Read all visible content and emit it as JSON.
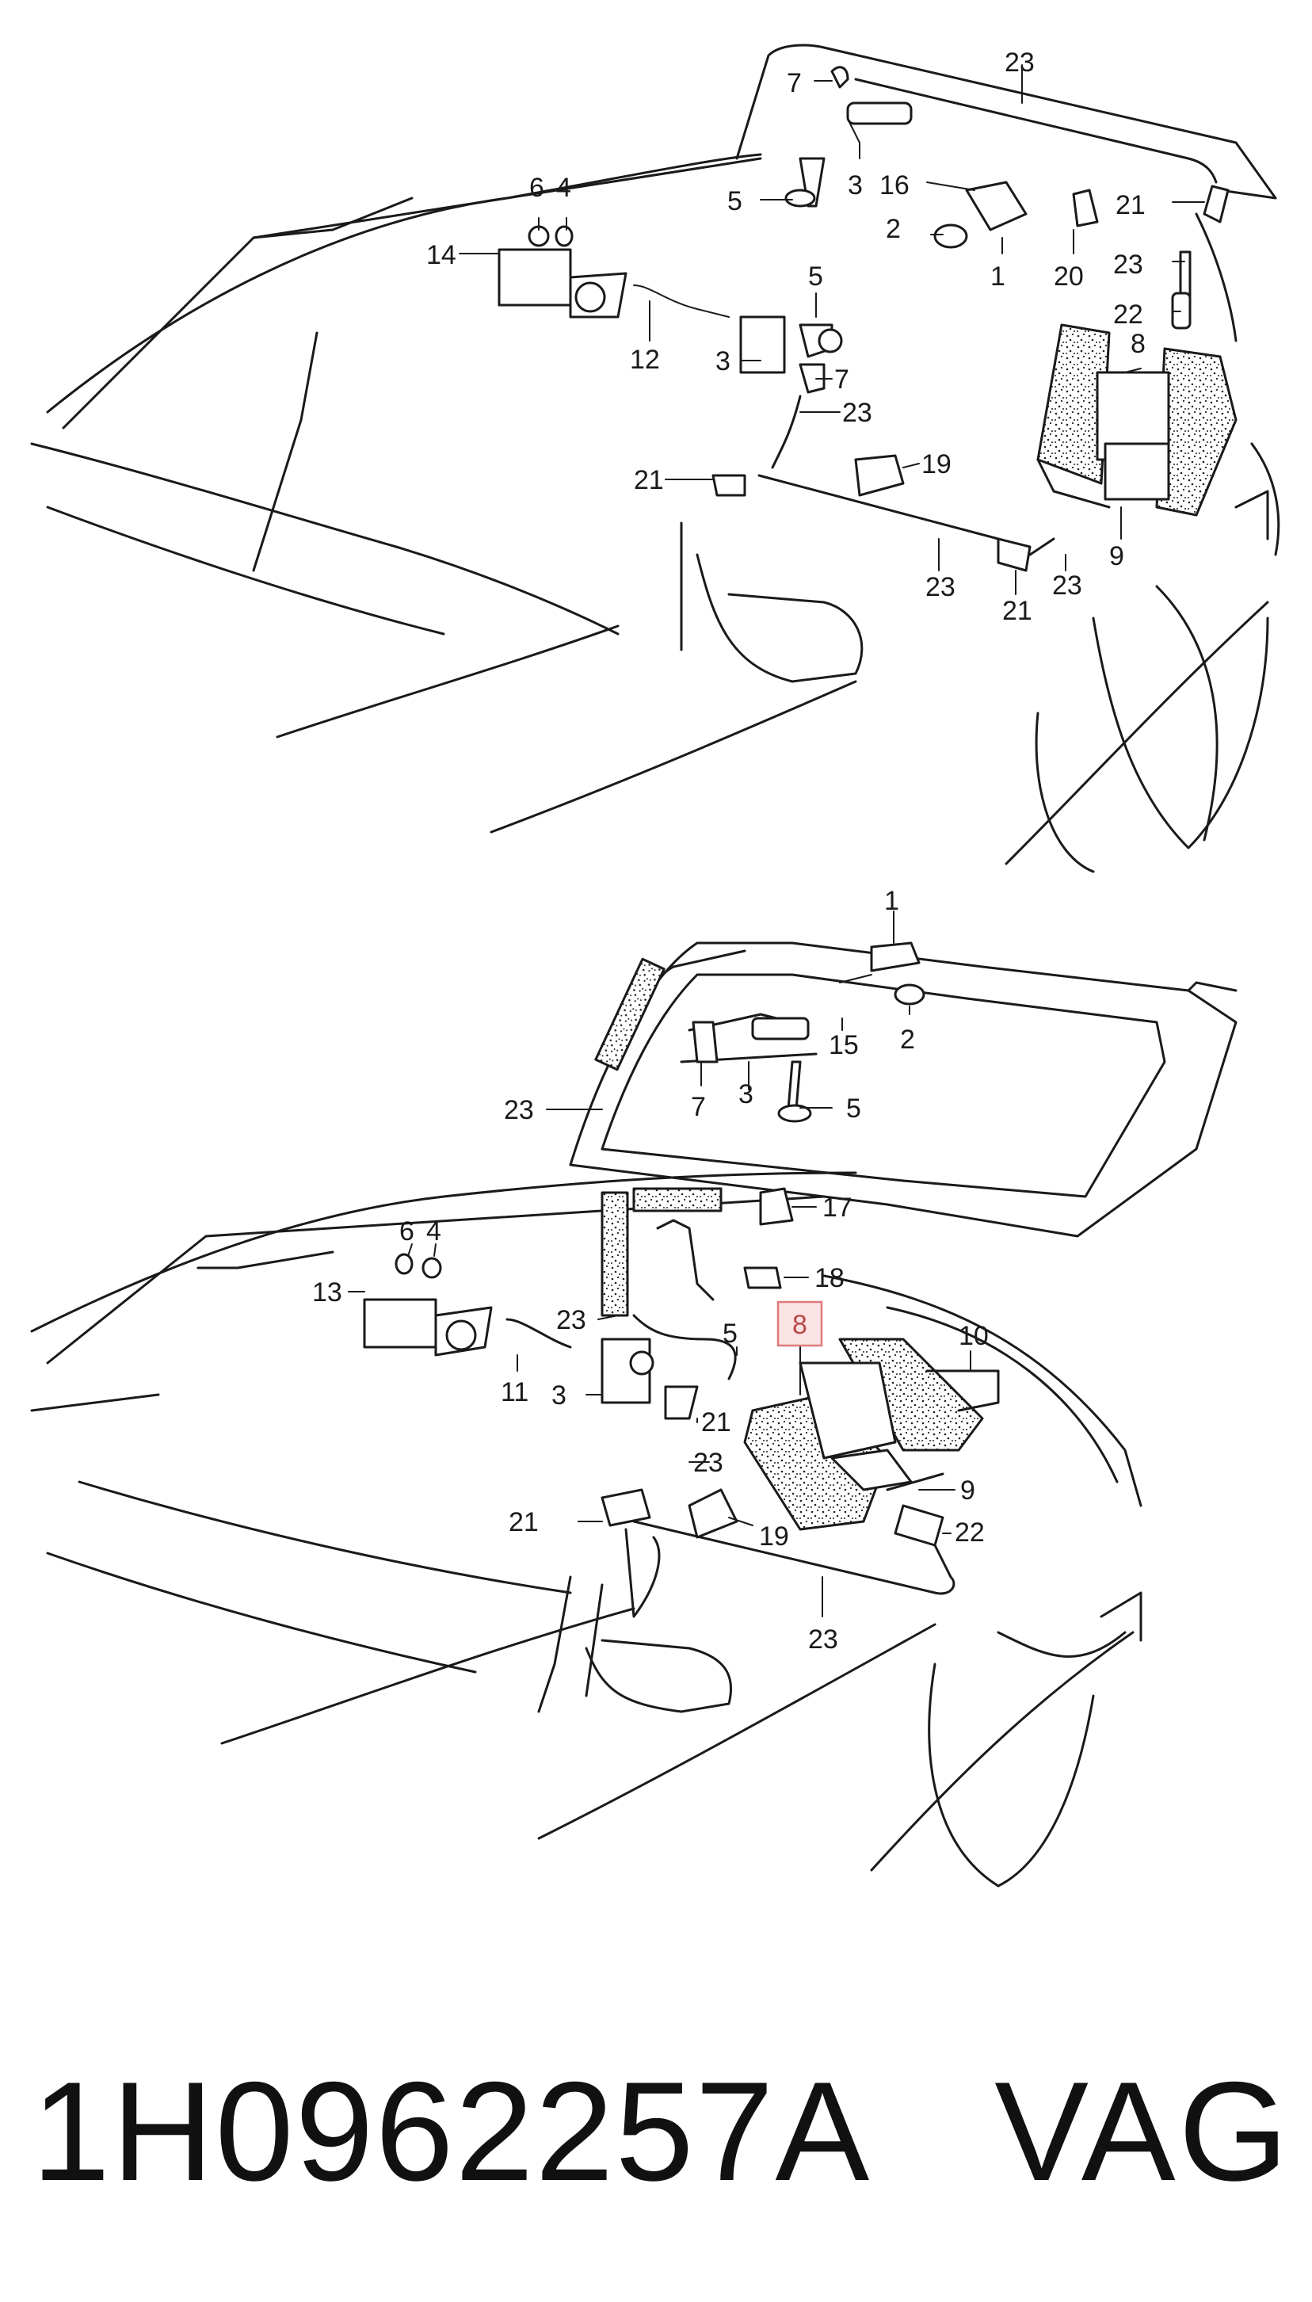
{
  "diagram_top": {
    "callouts": [
      "23",
      "7",
      "5",
      "3",
      "16",
      "2",
      "1",
      "21",
      "20",
      "23",
      "22",
      "8",
      "6",
      "4",
      "14",
      "5",
      "12",
      "3",
      "7",
      "23",
      "21",
      "19",
      "9",
      "23",
      "21",
      "23"
    ]
  },
  "diagram_bottom": {
    "callouts": [
      "1",
      "2",
      "15",
      "7",
      "3",
      "5",
      "23",
      "17",
      "18",
      "6",
      "4",
      "13",
      "23",
      "5",
      "11",
      "3",
      "21",
      "23",
      "10",
      "9",
      "21",
      "19",
      "22",
      "23"
    ],
    "highlighted_callout": "8"
  },
  "footer": {
    "part_number": "1H0962257A",
    "brand": "VAG"
  },
  "colors": {
    "highlight_fill": "#fbe3e3",
    "highlight_stroke": "#e07a7a",
    "line": "#1a1a1a"
  }
}
